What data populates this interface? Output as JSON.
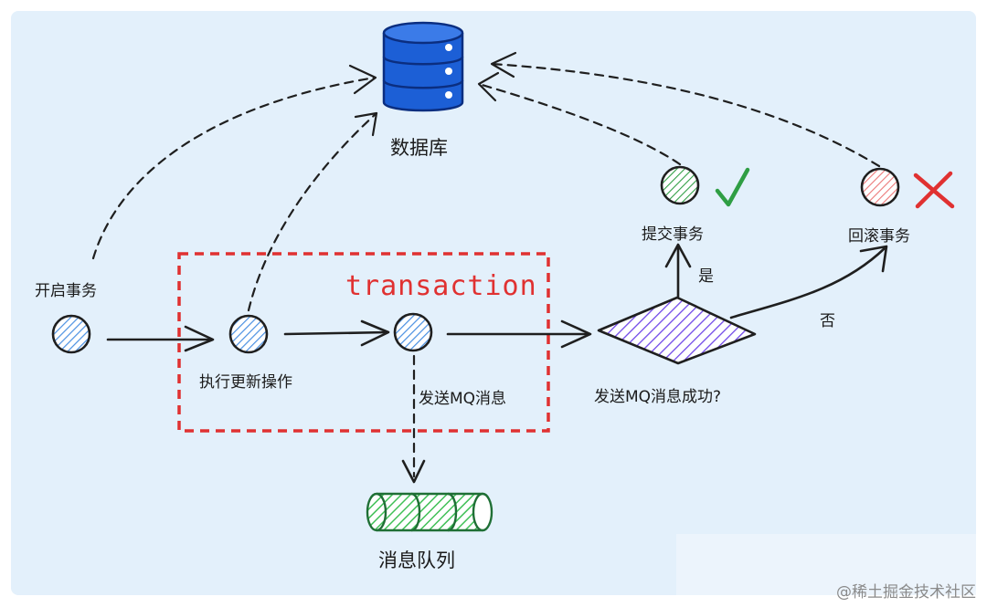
{
  "labels": {
    "database": "数据库",
    "start_transaction": "开启事务",
    "execute_update": "执行更新操作",
    "send_mq": "发送MQ消息",
    "send_mq_success": "发送MQ消息成功?",
    "commit": "提交事务",
    "rollback": "回滚事务",
    "message_queue": "消息队列",
    "transaction": "transaction",
    "yes": "是",
    "no": "否"
  },
  "watermark": "@稀土掘金技术社区",
  "colors": {
    "background": "#e3f0fb",
    "arrow": "#1f1f1f",
    "transaction_box": "#e03131",
    "database": "#1c5fd6",
    "node_hatch_blue": "#4a90e2",
    "node_hatch_green": "#2f9e44",
    "node_hatch_red": "#e03131",
    "decision_hatch": "#7048e8",
    "queue": "#2f9e44",
    "check": "#2f9e44",
    "cross": "#e03131"
  },
  "icons": {
    "database": "database-cylinder-icon",
    "queue": "message-queue-cylinder-icon",
    "commit_status": "checkmark-icon",
    "rollback_status": "cross-icon"
  }
}
